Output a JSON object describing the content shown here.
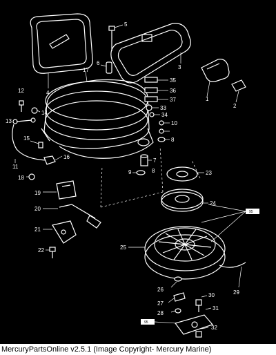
{
  "footer": "MercuryPartsOnline v2.5.1 (Image Copyright- Mercury Marine)",
  "tag_text": "95",
  "callouts": [
    {
      "id": "1",
      "text": "1"
    },
    {
      "id": "2",
      "text": "2"
    },
    {
      "id": "3",
      "text": "3"
    },
    {
      "id": "4",
      "text": "4"
    },
    {
      "id": "5",
      "text": "5"
    },
    {
      "id": "6",
      "text": "6"
    },
    {
      "id": "7",
      "text": "7"
    },
    {
      "id": "8a",
      "text": "8"
    },
    {
      "id": "8b",
      "text": "8"
    },
    {
      "id": "9",
      "text": "9"
    },
    {
      "id": "10",
      "text": "10"
    },
    {
      "id": "11",
      "text": "11"
    },
    {
      "id": "12",
      "text": "12"
    },
    {
      "id": "13",
      "text": "13"
    },
    {
      "id": "14",
      "text": "14"
    },
    {
      "id": "15",
      "text": "15"
    },
    {
      "id": "16",
      "text": "16"
    },
    {
      "id": "17",
      "text": "17"
    },
    {
      "id": "18",
      "text": "18"
    },
    {
      "id": "19",
      "text": "19"
    },
    {
      "id": "20",
      "text": "20"
    },
    {
      "id": "21",
      "text": "21"
    },
    {
      "id": "22",
      "text": "22"
    },
    {
      "id": "23",
      "text": "23"
    },
    {
      "id": "24",
      "text": "24"
    },
    {
      "id": "25",
      "text": "25"
    },
    {
      "id": "26",
      "text": "26"
    },
    {
      "id": "27",
      "text": "27"
    },
    {
      "id": "28",
      "text": "28"
    },
    {
      "id": "29",
      "text": "29"
    },
    {
      "id": "30",
      "text": "30"
    },
    {
      "id": "31",
      "text": "31"
    },
    {
      "id": "32",
      "text": "32"
    },
    {
      "id": "33",
      "text": "33"
    },
    {
      "id": "34",
      "text": "34"
    },
    {
      "id": "35",
      "text": "35"
    },
    {
      "id": "36",
      "text": "36"
    },
    {
      "id": "37",
      "text": "37"
    }
  ]
}
